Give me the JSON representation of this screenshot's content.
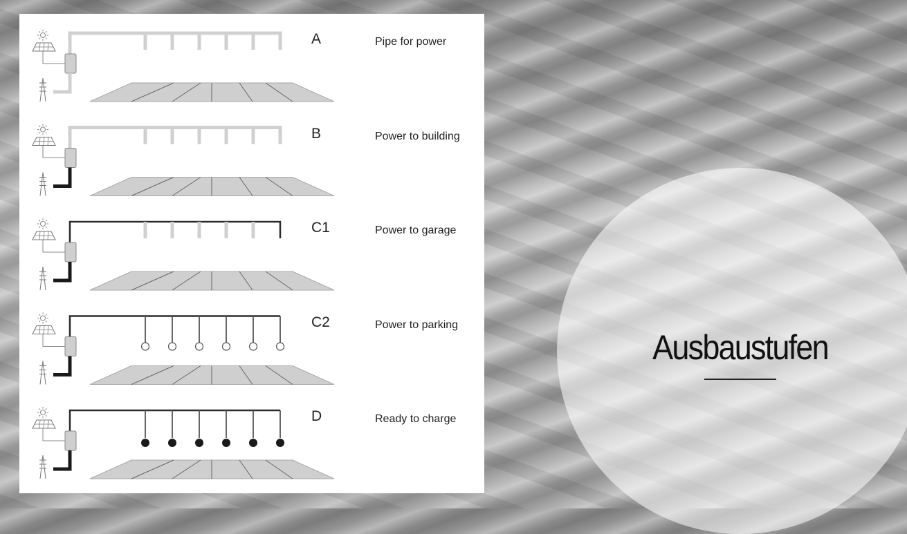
{
  "title": "Ausbaustufen",
  "colors": {
    "pipe_light": "#d0d0d0",
    "pipe_dark": "#2b2b2b",
    "slab": "#cfcfcf"
  },
  "stages": [
    {
      "letter": "A",
      "label": "Pipe for power",
      "top_line": "light",
      "grid_line": "light",
      "outlets": "none"
    },
    {
      "letter": "B",
      "label": "Power to building",
      "top_line": "light",
      "grid_line": "dark",
      "outlets": "none"
    },
    {
      "letter": "C1",
      "label": "Power to garage",
      "top_line": "dark",
      "grid_line": "dark",
      "outlets": "none"
    },
    {
      "letter": "C2",
      "label": "Power to parking",
      "top_line": "dark",
      "grid_line": "dark",
      "outlets": "open"
    },
    {
      "letter": "D",
      "label": "Ready to charge",
      "top_line": "dark",
      "grid_line": "dark",
      "outlets": "filled"
    }
  ]
}
